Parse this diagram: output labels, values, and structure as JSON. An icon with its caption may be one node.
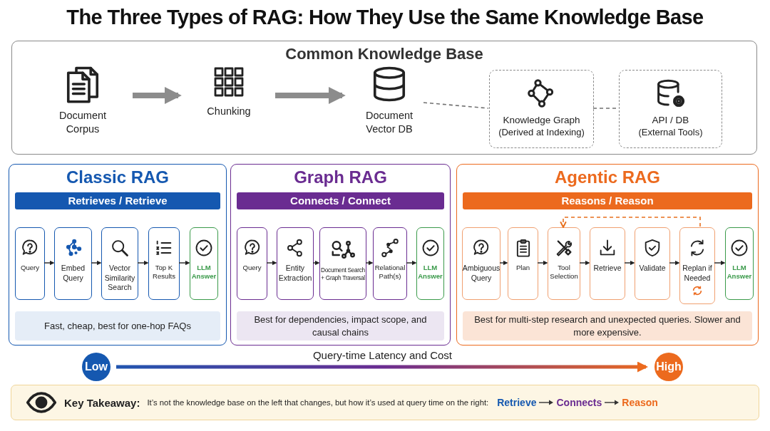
{
  "diagram": {
    "title": "The Three Types of RAG: How They Use the Same Knowledge Base",
    "nodes": [
      {
        "text": [
          "Common Knowledge Base"
        ]
      },
      {
        "text": [
          "Document Corpus"
        ],
        "in": 0
      },
      {
        "text": [
          "Chunking"
        ],
        "in": 0
      },
      {
        "text": [
          "Document Vector DB"
        ],
        "in": 0
      },
      {
        "text": [
          "Knowledge Graph",
          "(Derived at Indexing)"
        ],
        "in": 0
      },
      {
        "text": [
          "API / DB",
          "(External Tools)"
        ],
        "in": 0
      },
      {
        "text": [
          "Classic RAG",
          "Retrieves / Retrieve",
          "Fast, cheap, best for one-hop FAQs"
        ]
      },
      {
        "text": [
          "Query"
        ],
        "in": 6
      },
      {
        "text": [
          "Embed Query"
        ],
        "in": 6
      },
      {
        "text": [
          "Vector Similarity Search"
        ],
        "in": 6
      },
      {
        "text": [
          "Top K Results"
        ],
        "in": 6
      },
      {
        "text": [
          "LLM Answer"
        ],
        "in": 6
      },
      {
        "text": [
          "Graph RAG",
          "Connects / Connect",
          "Best for dependencies, impact scope, and causal chains"
        ]
      },
      {
        "text": [
          "Query"
        ],
        "in": 12
      },
      {
        "text": [
          "Entity Extraction"
        ],
        "in": 12
      },
      {
        "text": [
          "Document Search + Graph Traversal"
        ],
        "in": 12
      },
      {
        "text": [
          "Relational Path(s)"
        ],
        "in": 12
      },
      {
        "text": [
          "LLM Answer"
        ],
        "in": 12
      },
      {
        "text": [
          "Agentic RAG",
          "Reasons / Reason",
          "Best for multi-step research and unexpected queries. Slower and more expensive."
        ]
      },
      {
        "text": [
          "Ambiguous Query"
        ],
        "in": 18
      },
      {
        "text": [
          "Plan"
        ],
        "in": 18
      },
      {
        "text": [
          "Tool Selection"
        ],
        "in": 18
      },
      {
        "text": [
          "Retrieve"
        ],
        "in": 18
      },
      {
        "text": [
          "Validate"
        ],
        "in": 18
      },
      {
        "text": [
          "Replan if Needed"
        ],
        "in": 18
      },
      {
        "text": [
          "LLM Answer"
        ],
        "in": 18
      },
      {
        "text": [
          "Low"
        ]
      },
      {
        "text": [
          "High"
        ]
      },
      {
        "text": [
          "Key Takeaway:",
          "It’s not the knowledge base on the left that changes, but how it’s used at query time on the right:",
          "Retrieve",
          "Connects",
          "Reason"
        ]
      }
    ],
    "edges": [
      {
        "from": 1,
        "to": 2,
        "arrow": "to",
        "style": "thick",
        "color": "#8c8c8c"
      },
      {
        "from": 2,
        "to": 3,
        "arrow": "to",
        "style": "thick",
        "color": "#8c8c8c"
      },
      {
        "from": 3,
        "to": 4,
        "arrow": "none",
        "style": "dashed",
        "color": "#707070"
      },
      {
        "from": 4,
        "to": 5,
        "arrow": "none",
        "style": "dashed",
        "color": "#707070"
      },
      {
        "from": 7,
        "to": 8,
        "arrow": "to"
      },
      {
        "from": 8,
        "to": 9,
        "arrow": "to"
      },
      {
        "from": 9,
        "to": 10,
        "arrow": "to"
      },
      {
        "from": 10,
        "to": 11,
        "arrow": "to"
      },
      {
        "from": 13,
        "to": 14,
        "arrow": "to"
      },
      {
        "from": 14,
        "to": 15,
        "arrow": "to"
      },
      {
        "from": 15,
        "to": 16,
        "arrow": "to"
      },
      {
        "from": 16,
        "to": 17,
        "arrow": "to"
      },
      {
        "from": 19,
        "to": 20,
        "arrow": "to"
      },
      {
        "from": 20,
        "to": 21,
        "arrow": "to"
      },
      {
        "from": 21,
        "to": 22,
        "arrow": "to"
      },
      {
        "from": 22,
        "to": 23,
        "arrow": "to"
      },
      {
        "from": 23,
        "to": 24,
        "arrow": "to"
      },
      {
        "from": 24,
        "to": 25,
        "arrow": "to"
      },
      {
        "from": 24,
        "to": 21,
        "arrow": "to",
        "style": "dashed",
        "color": "#e8701e"
      },
      {
        "from": 26,
        "to": 27,
        "arrow": "to",
        "style": "thick",
        "color": "#1f56b0",
        "label": "Query-time Latency and Cost"
      }
    ]
  }
}
